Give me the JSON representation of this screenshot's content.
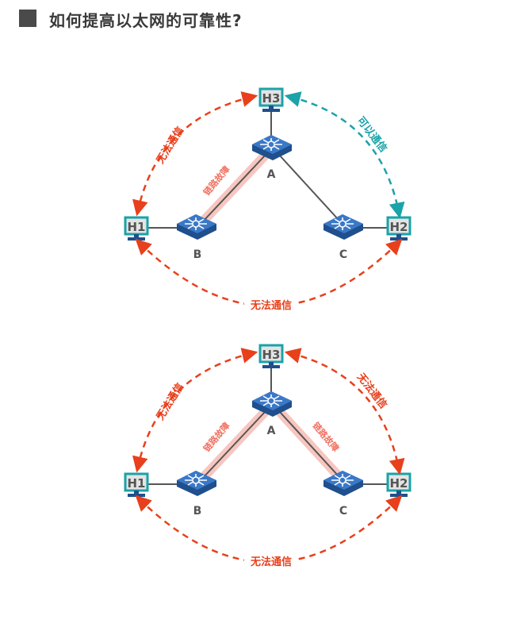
{
  "header": {
    "title": "如何提高以太网的可靠性?"
  },
  "colors": {
    "fail": "#e8401c",
    "ok": "#1aa3a8",
    "host": "#1aa3a8",
    "switch": "#2a5c9e",
    "fault_halo": "#f6b8b0"
  },
  "diagrams": [
    {
      "hosts": {
        "h1": "H1",
        "h2": "H2",
        "h3": "H3"
      },
      "switches": {
        "a": "A",
        "b": "B",
        "c": "C"
      },
      "links": {
        "h3_h1": "无法通信",
        "h3_h2": "可以通信",
        "h1_h2": "无法通信"
      },
      "faults": {
        "a_b": "链路故障"
      }
    },
    {
      "hosts": {
        "h1": "H1",
        "h2": "H2",
        "h3": "H3"
      },
      "switches": {
        "a": "A",
        "b": "B",
        "c": "C"
      },
      "links": {
        "h3_h1": "无法通信",
        "h3_h2": "无法通信",
        "h1_h2": "无法通信"
      },
      "faults": {
        "a_b": "链路故障",
        "a_c": "链路故障"
      }
    }
  ]
}
